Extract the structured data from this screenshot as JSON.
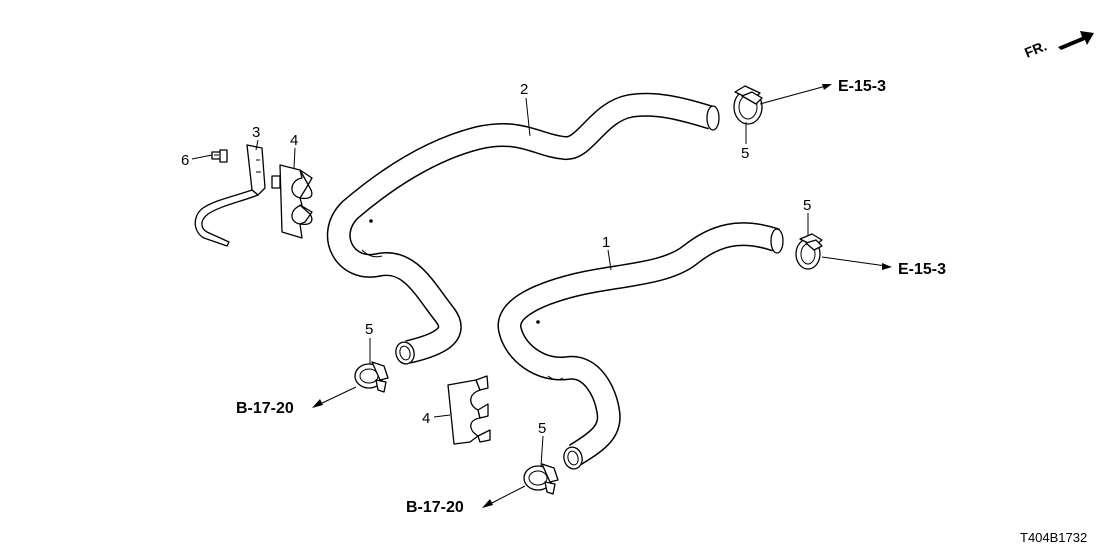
{
  "callouts": {
    "hose_1": "1",
    "hose_2": "2",
    "bracket_3": "3",
    "holder_4_upper": "4",
    "holder_4_lower": "4",
    "clamp_5_top": "5",
    "clamp_5_right": "5",
    "clamp_5_left": "5",
    "clamp_5_bottom": "5",
    "bolt_6": "6"
  },
  "references": {
    "e_top": "E-15-3",
    "e_right": "E-15-3",
    "b_left": "B-17-20",
    "b_bottom": "B-17-20"
  },
  "front_indicator": "FR.",
  "diagram_code": "T404B1732"
}
